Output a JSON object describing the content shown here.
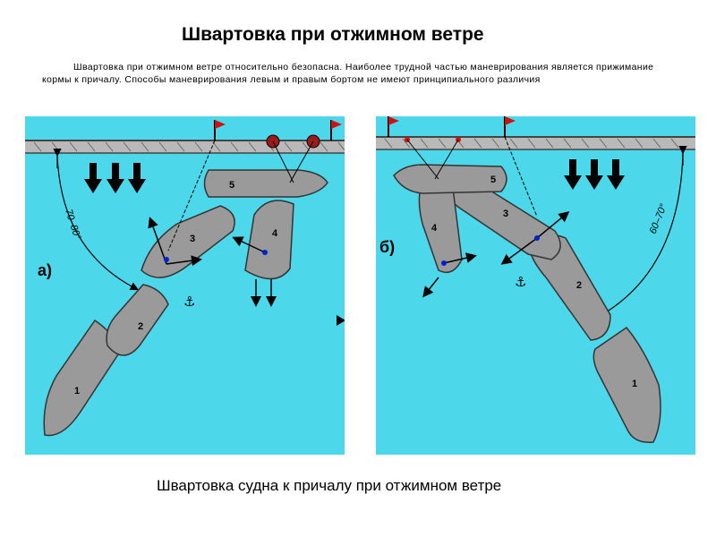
{
  "slide": {
    "title": "Швартовка при отжимном ветре",
    "intro_text": "Швартовка при отжимном ветре относительно безопасна. Наиболее трудной частью маневрирования является прижимание кормы к причалу. Способы маневрирования левым и правым бортом не имеют принципиального различия",
    "caption": "Швартовка судна к причалу при отжимном ветре"
  },
  "diagram_a": {
    "panel_label": "а)",
    "angle_label": "70–80°",
    "positions": [
      "1",
      "2",
      "3",
      "4",
      "5"
    ]
  },
  "diagram_b": {
    "panel_label": "б)",
    "angle_label": "60–70°",
    "positions": [
      "1",
      "2",
      "3",
      "4",
      "5"
    ]
  },
  "colors": {
    "water": "#4cd8ea",
    "ship_fill": "#9a9a9a",
    "pier_fill": "#b9b9b9",
    "flag": "#cc1111",
    "arrow": "#000000"
  }
}
